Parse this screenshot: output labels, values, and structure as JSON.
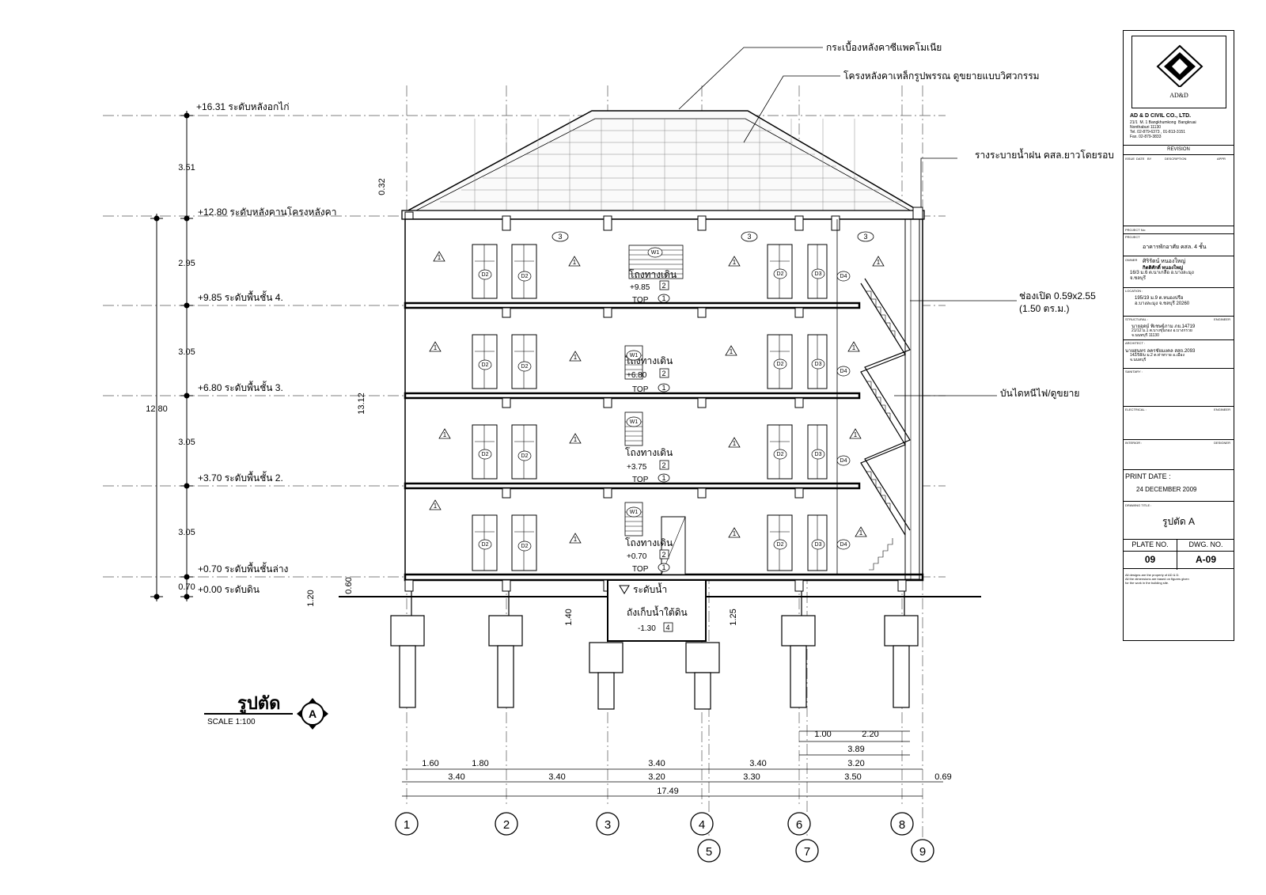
{
  "drawing": {
    "title": "รูปตัด",
    "section_mark": "A",
    "scale": "SCALE 1:100"
  },
  "levels": [
    {
      "label": "+16.31 ระดับหลังอกไก่"
    },
    {
      "label": "+12.80 ระดับหลังคานโครงหลังคา"
    },
    {
      "label": "+9.85 ระดับพื้นชั้น 4."
    },
    {
      "label": "+6.80 ระดับพื้นชั้น 3."
    },
    {
      "label": "+3.70 ระดับพื้นชั้น 2."
    },
    {
      "label": "+0.70 ระดับพื้นชั้นล่าง"
    },
    {
      "label": "+0.00 ระดับดิน"
    }
  ],
  "vertical_dims": [
    "3.51",
    "2.95",
    "3.05",
    "3.05",
    "3.05",
    "0.70"
  ],
  "overall_dims": {
    "left_total": "12.80",
    "right_total": "13.12",
    "roof_eave": "0.32",
    "plinth": "0.60",
    "footing": "1.20",
    "tank_left": "1.40",
    "tank_right": "1.25"
  },
  "callouts": {
    "roof_tile": "กระเบื้องหลังคาซีแพคโมเนีย",
    "roof_structure": "โครงหลังคาเหล็กรูปพรรณ ดูขยายแบบวิศวกรรม",
    "gutter": "รางระบายน้ำฝน คสล.ยาวโดยรอบ",
    "opening": "ช่องเปิด 0.59x2.55",
    "opening_area": "(1.50 ตร.ม.)",
    "fire_stair": "บันไดหนีไฟ/ดูขยาย"
  },
  "floors": [
    {
      "corridor": "โถงทางเดิน",
      "level": "+9.85",
      "level_tag": "2",
      "top": "TOP",
      "top_tag": "1"
    },
    {
      "corridor": "โถงทางเดิน",
      "level": "+6.80",
      "level_tag": "2",
      "top": "TOP",
      "top_tag": "1"
    },
    {
      "corridor": "โถงทางเดิน",
      "level": "+3.75",
      "level_tag": "2",
      "top": "TOP",
      "top_tag": "1"
    },
    {
      "corridor": "โถงทางเดิน",
      "level": "+0.70",
      "level_tag": "2",
      "top": "TOP",
      "top_tag": "1"
    }
  ],
  "tags": {
    "wall_note": "1",
    "ceiling": "3",
    "window": "W1",
    "door": "D2",
    "door3": "D3",
    "door4": "D4"
  },
  "water_tank": {
    "water_level": "ระดับน้ำ",
    "label": "ถังเก็บน้ำใต้ดิน",
    "level": "-1.30",
    "tag": "4"
  },
  "grid": {
    "top_row": [
      "1",
      "2",
      "3",
      "4",
      "6",
      "8"
    ],
    "bottom_row": [
      "5",
      "7",
      "9"
    ]
  },
  "horizontal_dims": {
    "row1": [
      "1.60",
      "1.80",
      "3.40",
      "3.40",
      "3.20"
    ],
    "row2": [
      "3.40",
      "3.40",
      "3.20",
      "3.30",
      "3.50",
      "0.69"
    ],
    "total": "17.49",
    "right_a": [
      "1.00",
      "2.20"
    ],
    "right_b": "3.89"
  },
  "title_block": {
    "logo": "AD&D",
    "company": "AD & D CIVIL CO., LTD.",
    "address": "21/1  M. 1 Bangkhumkong  Bangkruai\nNonthaburi 11130\nTel. 02-879-6373 , 01-813-3151\nFax. 02-879-3833",
    "revision": "REVISION",
    "rev_cols": [
      "ISSUE",
      "DATE",
      "BY",
      "DESCRIPTION",
      "APPR"
    ],
    "project_no": "PROJECT No:",
    "project": "PROJECT",
    "project_name": "อาคารพักอาศัย คสล. 4 ชั้น",
    "owner": "OWNER",
    "owner_name": "ศิริรัตน์ หนองใหญ่",
    "owner_name2": "กิตติศักดิ์ หนองใหญ่",
    "owner_addr": "16/3 ม.6 ต.นาเกลือ อ.บางละมุง\nจ.ชลบุรี",
    "location": "LOCATION :",
    "location_addr": "195/19 ม.9 ต.หนองปรือ\nอ.บางละมุง จ.ชลบุรี 20260",
    "structural": "STRUCTURAL :",
    "engineer": "ENGINEER",
    "structural_name": "นายอุดม์ พิเชษฐ์ภาม ภย.14719",
    "structural_addr": "21/12 ม.1 ต.บางขุนกอง อ.บางกรวย\nจ.นนทบุรี 11130",
    "architect": "ARCHITECT :",
    "architect_name": "นายสุนทร ลครชัยมงคล สสถ.2093",
    "architect_addr": "142/58/ม ม.2 ต.ท่าทราย อ.เมือง\nจ.นนทบุรี",
    "sanitary": "SANITARY :",
    "electrical": "ELECTRICAL :",
    "engineer2": "ENGINEER",
    "interior": "INTERIOR :",
    "designer": "DESIGNER",
    "print_date_label": "PRINT DATE :",
    "print_date": "24 DECEMBER 2009",
    "drawing_title_label": "DRAWING TITLE :",
    "drawing_title": "รูปตัด A",
    "plate_no_label": "PLATE NO.",
    "dwg_no_label": "DWG. NO.",
    "plate_no": "09",
    "dwg_no": "A-09",
    "footnote": "All designs are the property of AD & D.\nAll the dimensions are based on figures given\nfor the work in the building site."
  }
}
